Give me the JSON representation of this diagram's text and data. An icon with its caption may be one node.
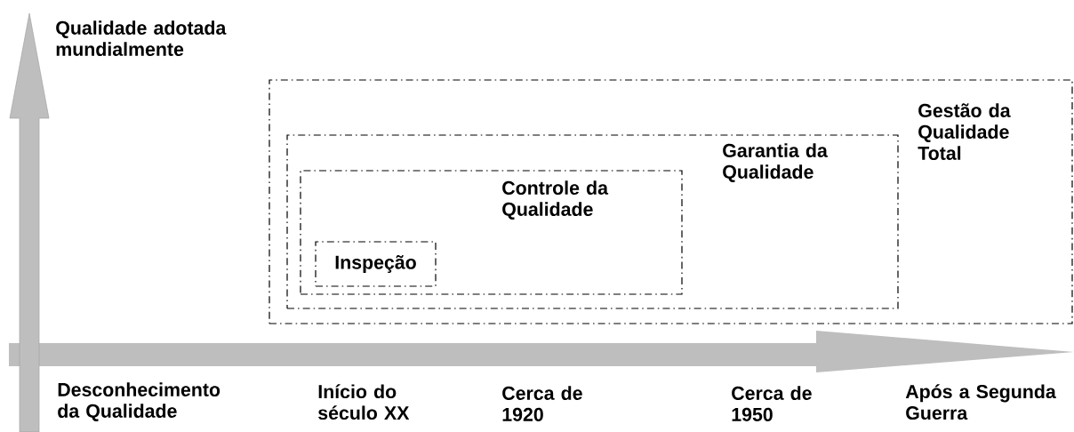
{
  "diagram": {
    "nodes": [
      {
        "text": [
          "Gestão da Qualidade Total"
        ]
      },
      {
        "text": [
          "Garantia da Qualidade"
        ],
        "in": 0
      },
      {
        "text": [
          "Controle da Qualidade"
        ],
        "in": 1
      },
      {
        "text": [
          "Inspeção"
        ],
        "in": 2
      }
    ],
    "labels": [
      "Qualidade adotada mundialmente",
      "Desconhecimento da Qualidade",
      "Início do século XX",
      "Cerca de 1920",
      "Cerca de 1950",
      "Após a Segunda Guerra"
    ]
  }
}
